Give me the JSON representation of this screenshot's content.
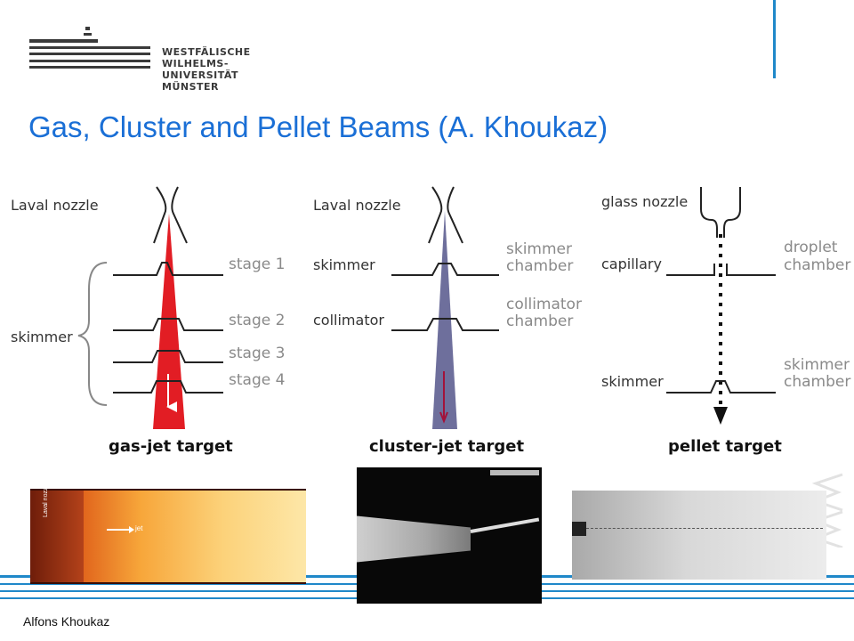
{
  "logo": {
    "lines": [
      "WESTFÄLISCHE",
      "WILHELMS-UNIVERSITÄT",
      "MÜNSTER"
    ]
  },
  "slide": {
    "title": "Gas, Cluster and Pellet Beams (A. Khoukaz)",
    "footer": "Alfons Khoukaz"
  },
  "diagrams": {
    "gas_jet": {
      "nozzle_label": "Laval nozzle",
      "skimmer_label": "skimmer",
      "stages": [
        "stage 1",
        "stage 2",
        "stage 3",
        "stage 4"
      ],
      "caption": "gas-jet target",
      "beam_color": "#e21d24"
    },
    "cluster_jet": {
      "nozzle_label": "Laval nozzle",
      "skimmer_label": "skimmer",
      "collimator_label": "collimator",
      "skimmer_chamber": [
        "skimmer",
        "chamber"
      ],
      "collimator_chamber": [
        "collimator",
        "chamber"
      ],
      "caption": "cluster-jet target",
      "beam_color": "#6e6f9c",
      "arrow_color": "#a3123a"
    },
    "pellet": {
      "nozzle_label": "glass nozzle",
      "capillary_label": "capillary",
      "skimmer_label": "skimmer",
      "droplet_chamber": [
        "droplet",
        "chamber"
      ],
      "skimmer_chamber": [
        "skimmer",
        "chamber"
      ],
      "caption": "pellet target"
    }
  },
  "photos": {
    "gas_jet_labels": [
      "Laval nozzle",
      "jet"
    ]
  },
  "colors": {
    "title": "#1a6fd6",
    "stripe": "#1f88c9",
    "label_gray": "#8a8a8a"
  }
}
